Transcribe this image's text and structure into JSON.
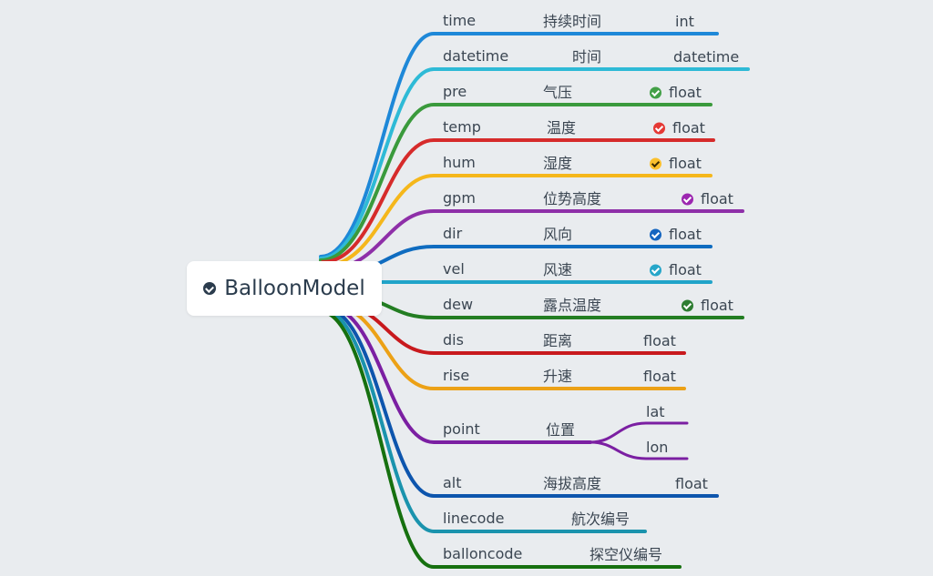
{
  "root": {
    "label": "BalloonModel",
    "icon": "check-circle-icon",
    "icon_color": "#2b3c4d"
  },
  "branches": [
    {
      "name": "time",
      "desc": "持续时间",
      "type": "int",
      "color": "#1e88d8"
    },
    {
      "name": "datetime",
      "desc": "时间",
      "type": "datetime",
      "color": "#2ebad6"
    },
    {
      "name": "pre",
      "desc": "气压",
      "type": "float",
      "color": "#3a9a3c",
      "badge": "#43a047"
    },
    {
      "name": "temp",
      "desc": "温度",
      "type": "float",
      "color": "#d62b2b",
      "badge": "#e53935"
    },
    {
      "name": "hum",
      "desc": "湿度",
      "type": "float",
      "color": "#f5b71b",
      "badge": "#fbc02d"
    },
    {
      "name": "gpm",
      "desc": "位势高度",
      "type": "float",
      "color": "#8e2fa8",
      "badge": "#9c27b0"
    },
    {
      "name": "dir",
      "desc": "风向",
      "type": "float",
      "color": "#0f6cc0",
      "badge": "#1565c0"
    },
    {
      "name": "vel",
      "desc": "风速",
      "type": "float",
      "color": "#21a4c9",
      "badge": "#26a6c9"
    },
    {
      "name": "dew",
      "desc": "露点温度",
      "type": "float",
      "color": "#237d22",
      "badge": "#2e7d32"
    },
    {
      "name": "dis",
      "desc": "距离",
      "type": "float",
      "color": "#c8191d"
    },
    {
      "name": "rise",
      "desc": "升速",
      "type": "float",
      "color": "#eca116"
    },
    {
      "name": "point",
      "desc": "位置",
      "children": [
        "lat",
        "lon"
      ],
      "color": "#7b1fa2"
    },
    {
      "name": "alt",
      "desc": "海拔高度",
      "type": "float",
      "color": "#0d55ad"
    },
    {
      "name": "linecode",
      "desc": "航次编号",
      "color": "#1a93ad"
    },
    {
      "name": "balloncode",
      "desc": "探空仪编号",
      "color": "#16700f"
    }
  ]
}
